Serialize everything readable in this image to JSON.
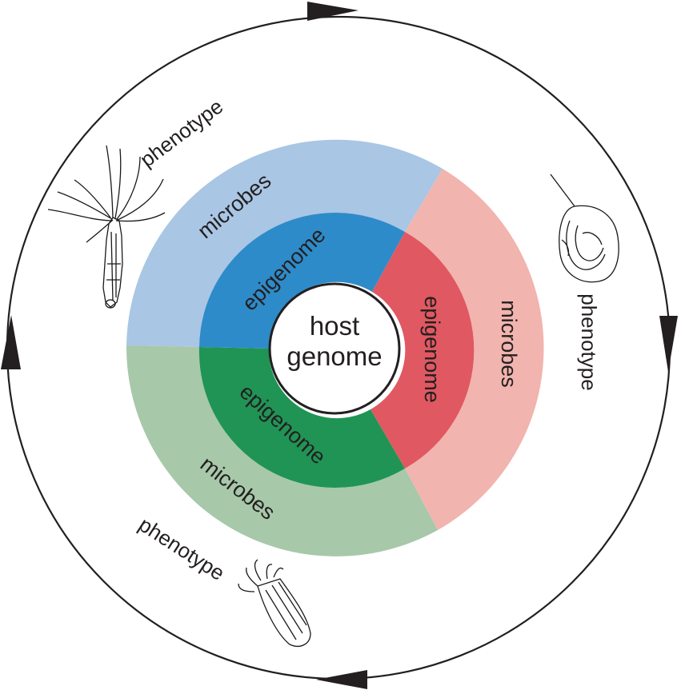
{
  "center": {
    "line1": "host",
    "line2": "genome"
  },
  "segments": [
    {
      "id": "blue",
      "microbes_label": "microbes",
      "epigenome_label": "epigenome",
      "phenotype_label": "phenotype",
      "outer_color": "#a9c6e4",
      "inner_color": "#2e8bc9",
      "creature": "hydra-icon"
    },
    {
      "id": "red",
      "microbes_label": "microbes",
      "epigenome_label": "epigenome",
      "phenotype_label": "phenotype",
      "outer_color": "#f2b4ae",
      "inner_color": "#e05861",
      "creature": "rotifer-icon"
    },
    {
      "id": "green",
      "microbes_label": "microbes",
      "epigenome_label": "epigenome",
      "phenotype_label": "phenotype",
      "outer_color": "#a7c8a9",
      "inner_color": "#209455",
      "creature": "polyp-icon"
    }
  ],
  "cycle": {
    "direction": "clockwise",
    "arrow_color": "#231f20"
  }
}
